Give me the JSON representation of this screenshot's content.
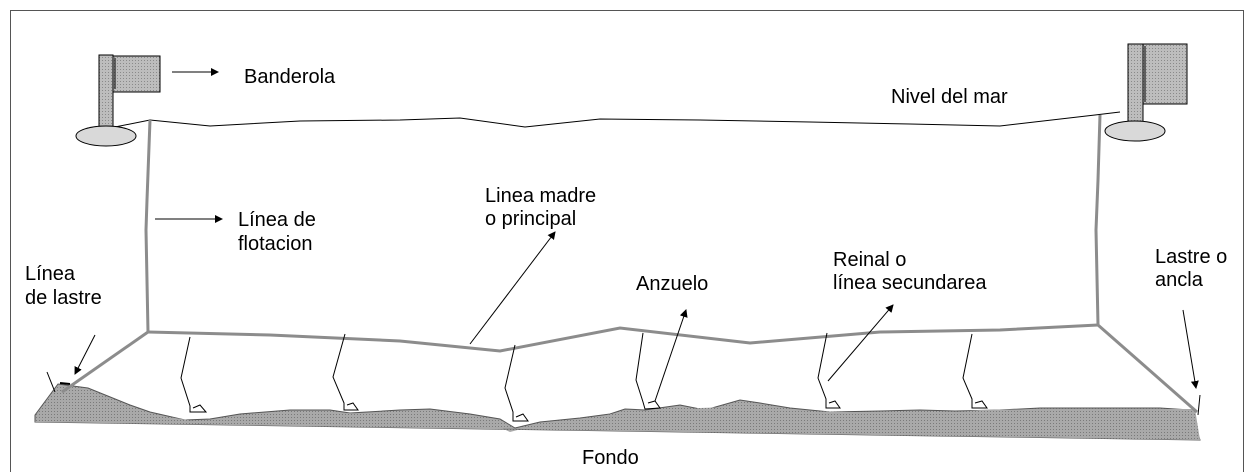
{
  "labels": {
    "banderola": "Banderola",
    "nivel_del_mar": "Nivel del mar",
    "linea_madre_1": "Linea madre",
    "linea_madre_2": "o principal",
    "linea_flotacion_1": "Línea de",
    "linea_flotacion_2": "flotacion",
    "linea_lastre_1": "Línea",
    "linea_lastre_2": "de lastre",
    "anzuelo": "Anzuelo",
    "reinal_1": "Reinal o",
    "reinal_2": "línea secundarea",
    "lastre_ancla_1": "Lastre o",
    "lastre_ancla_2": "ancla",
    "fondo": "Fondo"
  },
  "icons": {
    "flag_left": "flag-icon",
    "flag_right": "flag-icon",
    "buoy_left": "buoy-icon",
    "buoy_right": "buoy-icon",
    "hook": "hook-icon"
  },
  "colors": {
    "line_gray": "#8c8c8c",
    "seabed_fill": "#a9a9a9",
    "flag_fill": "#b5b5b5",
    "buoy_fill": "#d9d9d9"
  }
}
